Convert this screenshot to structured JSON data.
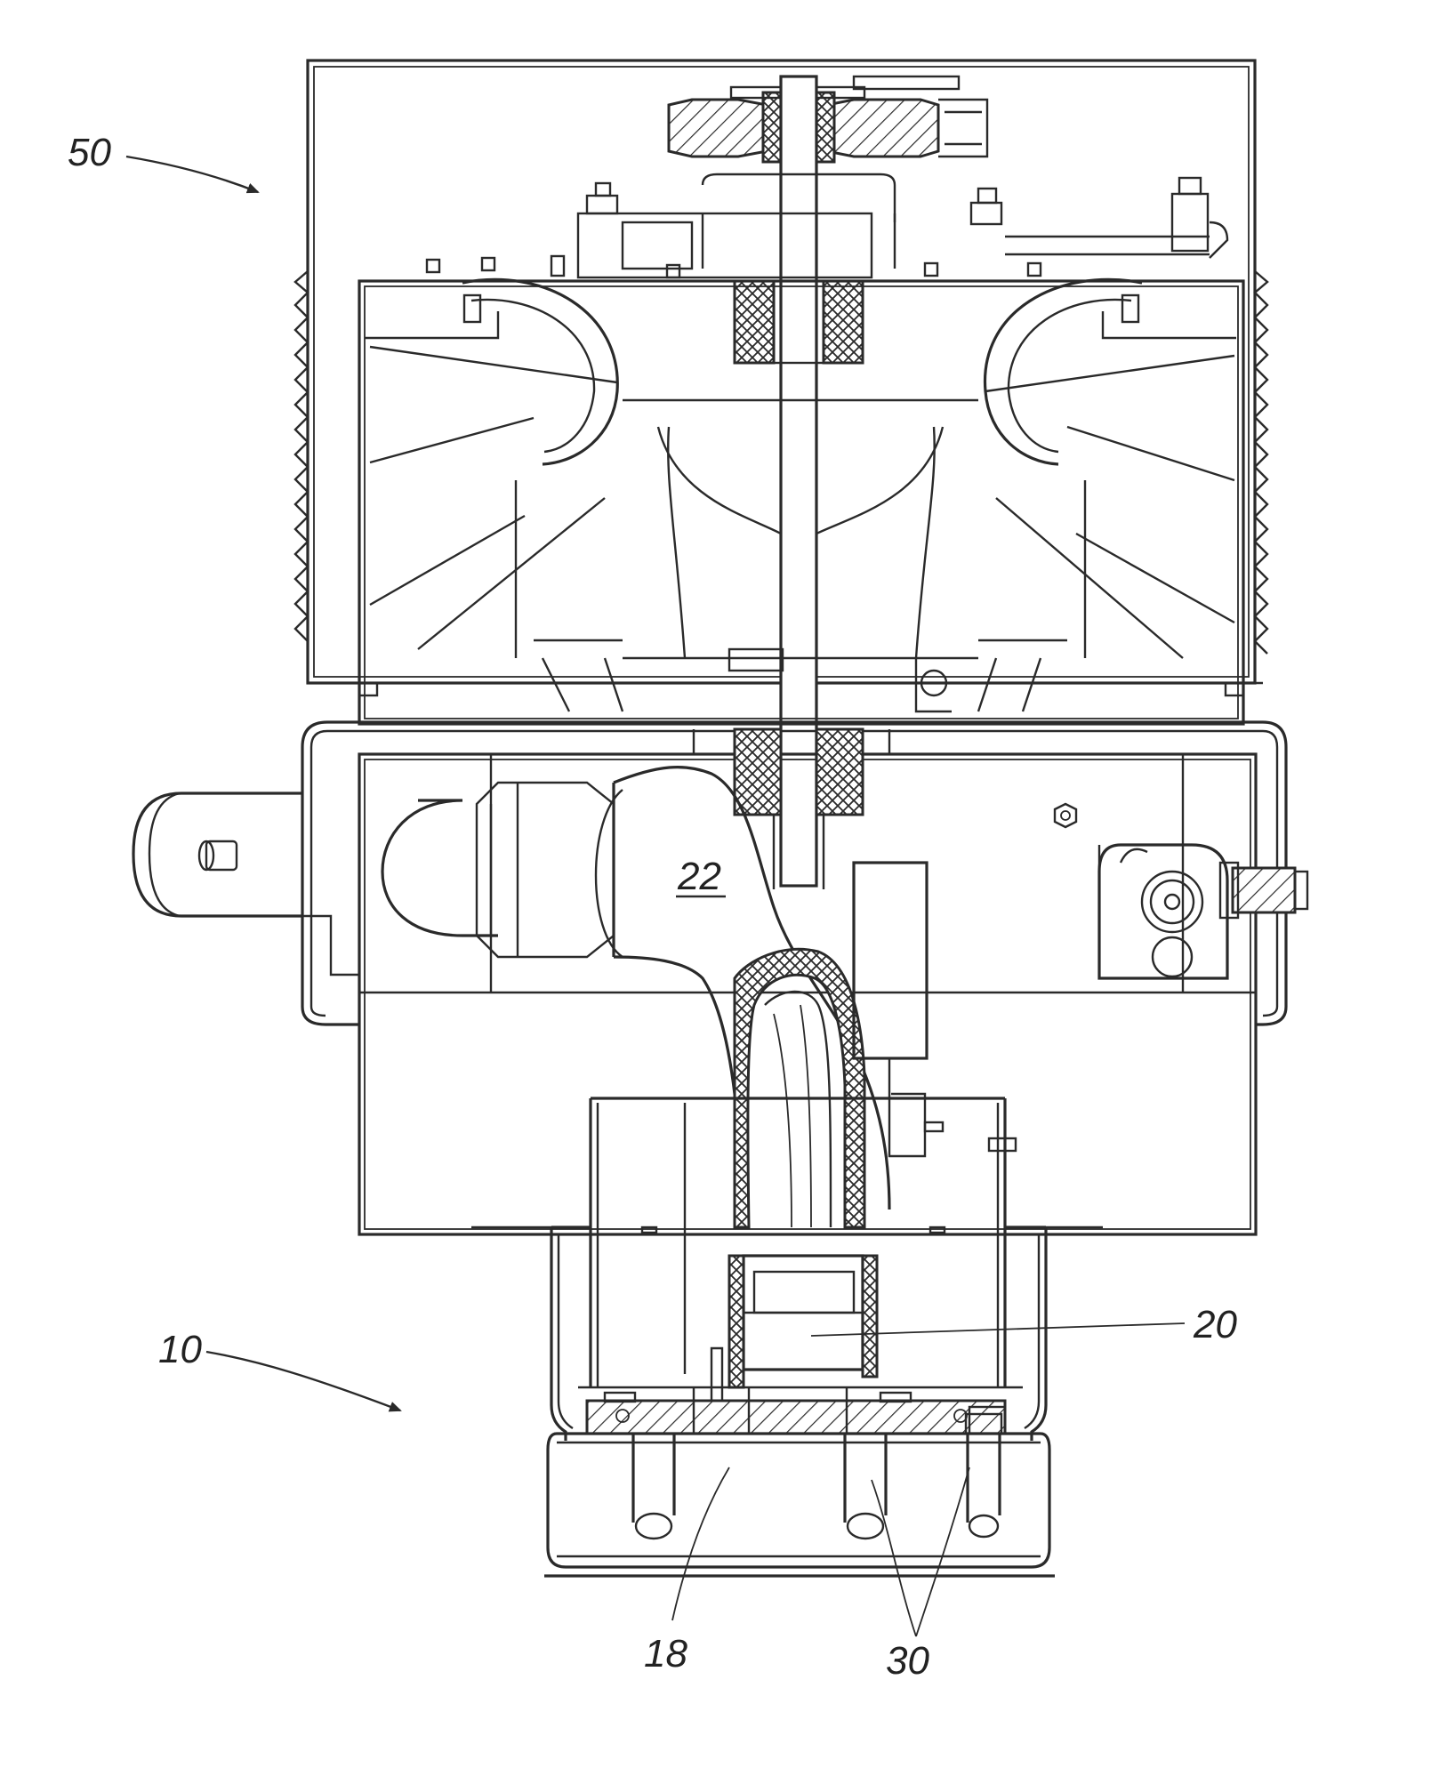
{
  "figure": {
    "labels": {
      "assembly_top": "50",
      "assembly_bottom": "10",
      "tube": "22",
      "fitting": "20",
      "reservoir": "18",
      "pipes": "30"
    }
  },
  "colors": {
    "line": "#2a2a2a",
    "background": "#ffffff"
  }
}
